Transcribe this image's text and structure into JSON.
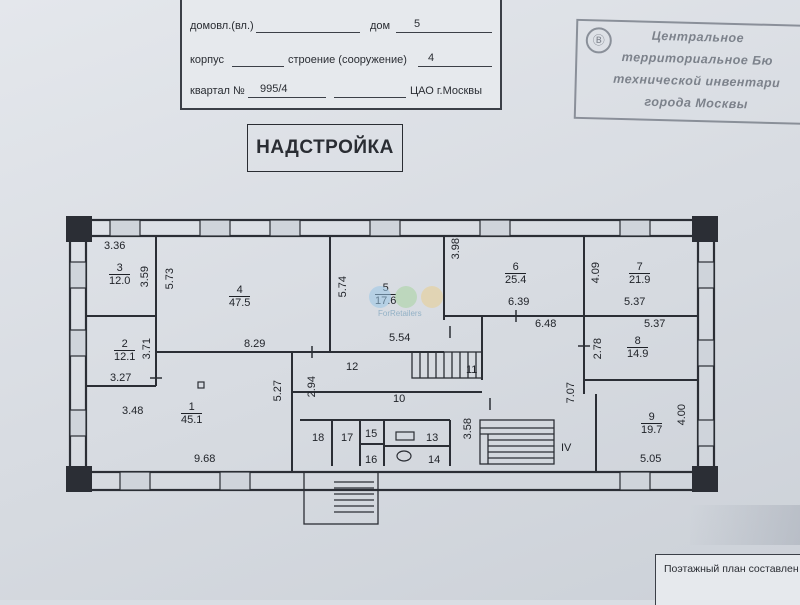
{
  "form": {
    "row1_label": "домовл.(вл.)",
    "row1_house_label": "дом",
    "row1_house_value": "5",
    "row2_label": "корпус",
    "row2_structure_label": "строение (сооружение)",
    "row2_structure_value": "4",
    "row3_label": "квартал №",
    "row3_quarter_value": "995/4",
    "row3_district": "ЦАО г.Москвы"
  },
  "stamp": {
    "line1": "Центральное",
    "line2": "территориальное Бю",
    "line3": "технической инвентари",
    "line4": "города Москвы"
  },
  "title": "НАДСТРОЙКА",
  "rooms": [
    {
      "id": "3",
      "area": "12.0"
    },
    {
      "id": "4",
      "area": "47.5"
    },
    {
      "id": "5",
      "area": "17.6"
    },
    {
      "id": "6",
      "area": "25.4"
    },
    {
      "id": "7",
      "area": "21.9"
    },
    {
      "id": "2",
      "area": "12.1"
    },
    {
      "id": "8",
      "area": "14.9"
    },
    {
      "id": "1",
      "area": "45.1"
    },
    {
      "id": "9",
      "area": "19.7"
    }
  ],
  "dimensions": {
    "d_3_36": "3.36",
    "d_3_59": "3.59",
    "d_5_73": "5.73",
    "d_5_74": "5.74",
    "d_3_98": "3.98",
    "d_4_09": "4.09",
    "d_6_39": "6.39",
    "d_5_37a": "5.37",
    "d_6_48": "6.48",
    "d_5_37b": "5.37",
    "d_3_71": "3.71",
    "d_5_54": "5.54",
    "d_8_29": "8.29",
    "d_2_78": "2.78",
    "d_3_27": "3.27",
    "d_5_27": "5.27",
    "d_2_94": "2.94",
    "d_7_07": "7.07",
    "d_3_48": "3.48",
    "d_3_58": "3.58",
    "d_4_00": "4.00",
    "d_9_68": "9.68",
    "d_5_05": "5.05"
  },
  "small_rooms": {
    "r12": "12",
    "r11": "11",
    "r10": "10",
    "r18a": "18",
    "r17": "17",
    "r15": "15",
    "r16": "16",
    "r13": "13",
    "r14": "14",
    "stair": "IV"
  },
  "watermark": "ForRetailers",
  "bottom_note": "Поэтажный план составлен"
}
